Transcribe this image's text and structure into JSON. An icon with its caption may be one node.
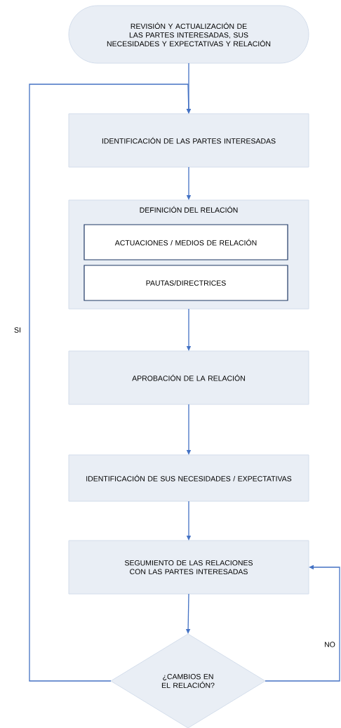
{
  "diagram": {
    "nodes": [
      {
        "text": [
          "REVISIÓN Y ACTUALIZACIÓN DE LAS PARTES INTERESADAS, SUS NECESIDADES Y EXPECTATIVAS Y RELACIÓN"
        ]
      },
      {
        "text": [
          "IDENTIFICACIÓN DE LAS PARTES INTERESADAS"
        ]
      },
      {
        "text": [
          "DEFINICIÓN DEL RELACIÓN"
        ]
      },
      {
        "text": [
          "ACTUACIONES / MEDIOS DE RELACIÓN"
        ],
        "in": 2
      },
      {
        "text": [
          "PAUTAS/DIRECTRICES"
        ],
        "in": 2
      },
      {
        "text": [
          "APROBACIÓN DE LA RELACIÓN"
        ]
      },
      {
        "text": [
          "IDENTIFICACIÓN DE SUS NECESIDADES / EXPECTATIVAS"
        ]
      },
      {
        "text": [
          "SEGUMIENTO DE LAS RELACIONES CON LAS PARTES INTERESADAS"
        ]
      },
      {
        "text": [
          "¿CAMBIOS EN EL RELACIÓN?"
        ]
      }
    ],
    "edges": [
      {
        "from": 0,
        "to": 1,
        "arrow": "to"
      },
      {
        "from": 1,
        "to": 2,
        "arrow": "to"
      },
      {
        "from": 2,
        "to": 5,
        "arrow": "to"
      },
      {
        "from": 5,
        "to": 6,
        "arrow": "to"
      },
      {
        "from": 6,
        "to": 7,
        "arrow": "to"
      },
      {
        "from": 7,
        "to": 8,
        "arrow": "to"
      },
      {
        "from": 8,
        "to": 1,
        "arrow": "to",
        "label": "SI"
      },
      {
        "from": 8,
        "to": 7,
        "arrow": "to",
        "label": "NO"
      }
    ]
  }
}
